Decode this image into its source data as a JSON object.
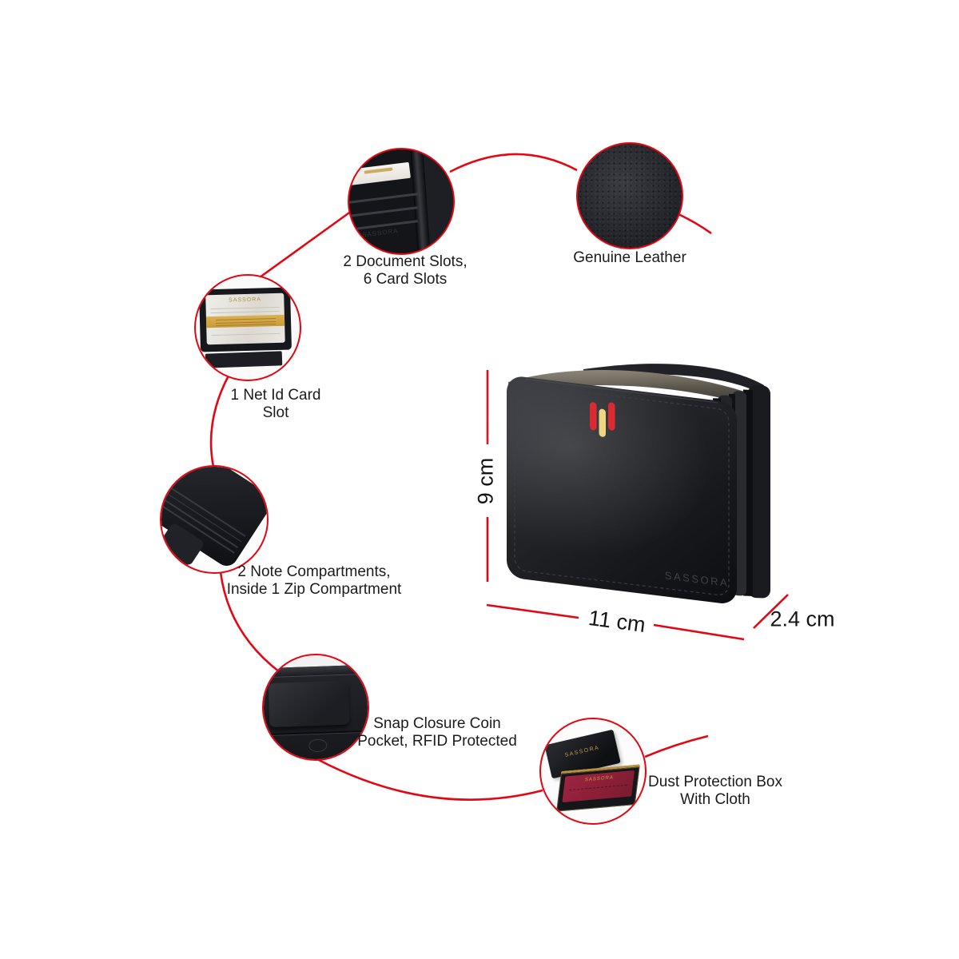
{
  "product": {
    "brand": "SASSORA",
    "item": "black leather bifold wallet"
  },
  "colors": {
    "accent_red": "#e30613",
    "leather_black": "#1b1c20",
    "stripe_red": "#dc2a33",
    "stripe_yellow": "#eed584",
    "gold": "#c49a3f",
    "cloth_maroon": "#8a1f33",
    "label_text": "#1b1b1b"
  },
  "callouts": [
    {
      "id": "document-card-slots",
      "lines": [
        "2 Document Slots,",
        "6 Card Slots"
      ]
    },
    {
      "id": "genuine-leather",
      "lines": [
        "Genuine Leather"
      ]
    },
    {
      "id": "net-id-card-slot",
      "lines": [
        "1 Net Id Card",
        "Slot"
      ]
    },
    {
      "id": "note-compartments",
      "lines": [
        "2 Note Compartments,",
        "Inside 1  Zip Compartment"
      ]
    },
    {
      "id": "coin-pocket",
      "lines": [
        "Snap Closure Coin",
        "Pocket, RFID Protected"
      ]
    },
    {
      "id": "dust-box",
      "lines": [
        "Dust Protection Box",
        "With Cloth"
      ]
    }
  ],
  "dimensions": {
    "height": "9 cm",
    "width": "11 cm",
    "depth": "2.4 cm"
  }
}
